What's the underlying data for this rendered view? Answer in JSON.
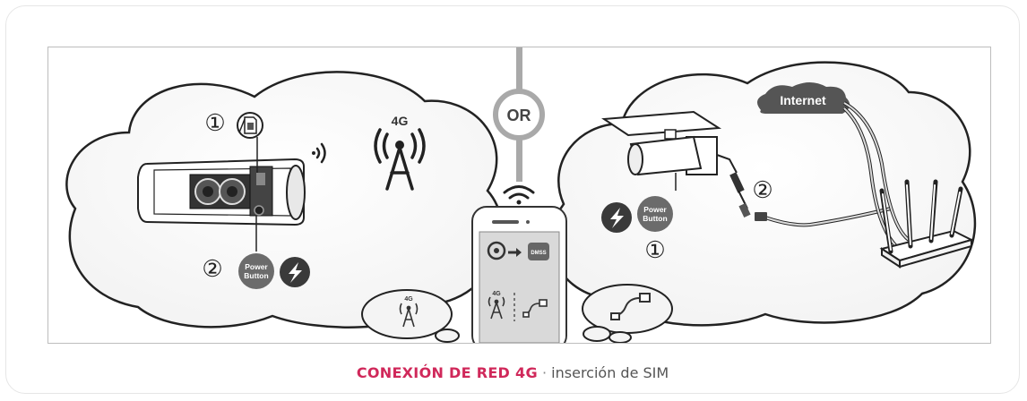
{
  "diagram": {
    "or_label": "OR",
    "left": {
      "step1": "①",
      "step2": "②",
      "power_button_line1": "Power",
      "power_button_line2": "Button",
      "network_label": "4G"
    },
    "right": {
      "step1": "①",
      "step2": "②",
      "power_button_line1": "Power",
      "power_button_line2": "Button",
      "internet_label": "Internet"
    },
    "phone": {
      "app_label": "DMSS",
      "mini_network_label": "4G"
    },
    "bubble_left_label": "4G"
  },
  "caption": {
    "title": "CONEXIÓN DE RED 4G",
    "separator": "·",
    "subtitle": "inserción de SIM"
  },
  "colors": {
    "accent": "#d0285a",
    "dark_gray": "#555555",
    "stroke": "#222222"
  }
}
